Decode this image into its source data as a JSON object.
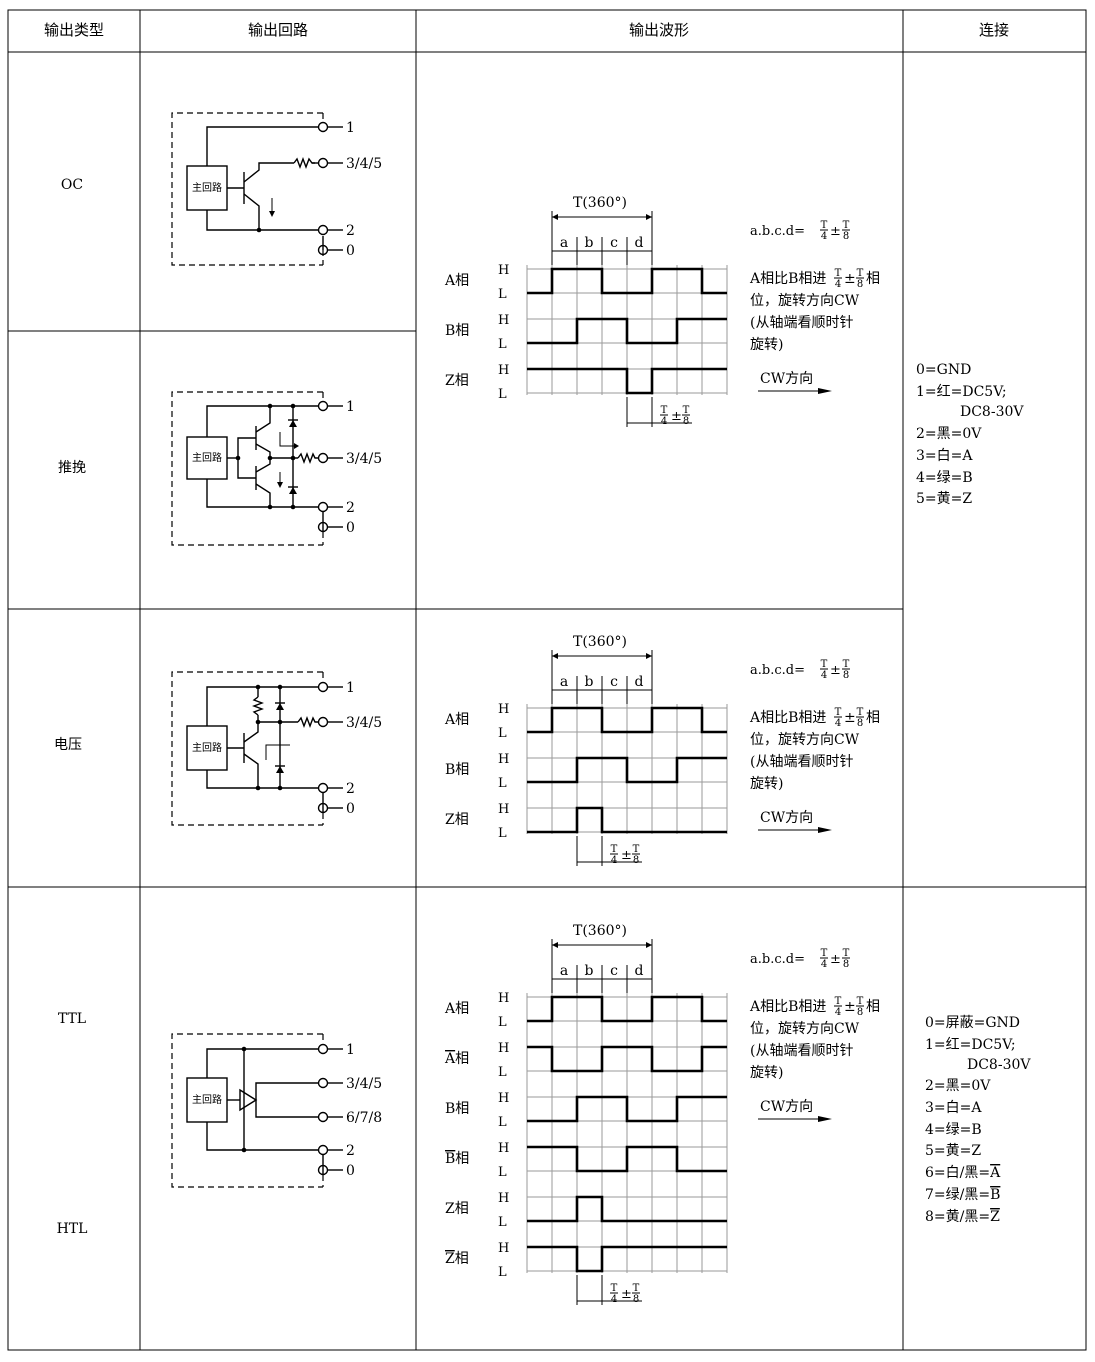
{
  "headers": {
    "type": "输出类型",
    "circuit": "输出回路",
    "waveform": "输出波形",
    "connection": "连接"
  },
  "rows": [
    {
      "type": "OC"
    },
    {
      "type": "推挽"
    },
    {
      "type": "电压"
    },
    {
      "type": "TTL",
      "type2": "HTL"
    }
  ],
  "circuit_labels": {
    "main": "主回路",
    "t1": "1",
    "t345": "3/4/5",
    "t678": "6/7/8",
    "t2": "2",
    "t0": "0"
  },
  "waveform": {
    "period": "T(360°)",
    "segs": [
      "a",
      "b",
      "c",
      "d"
    ],
    "abcd": "a.b.c.d=",
    "pm": "±",
    "frac_T": "T",
    "frac_4": "4",
    "frac_8": "8",
    "lead_part1": "A相比B相进",
    "lead_part2": "相",
    "desc2": "位，旋转方向CW",
    "desc3": "(从轴端看顺时针",
    "desc4": "旋转)",
    "cw": "CW方向",
    "H": "H",
    "L": "L",
    "phase_a": "A相",
    "phase_b": "B相",
    "phase_z": "Z相",
    "phase_a_bar": "A相",
    "phase_b_bar": "B相",
    "phase_z_bar": "Z相",
    "a_letter": "A",
    "b_letter": "B",
    "z_letter": "Z",
    "xiang": "相"
  },
  "connection_1": [
    "0=GND",
    "1=红=DC5V;",
    "DC8-30V",
    "2=黑=0V",
    "3=白=A",
    "4=绿=B",
    "5=黄=Z"
  ],
  "connection_2": {
    "lines": [
      "0=屏蔽=GND",
      "1=红=DC5V;",
      "DC8-30V",
      "2=黑=0V",
      "3=白=A",
      "4=绿=B",
      "5=黄=Z"
    ],
    "l6a": "6=白/黑=",
    "l6b": "A",
    "l7a": "7=绿/黑=",
    "l7b": "B",
    "l8a": "8=黄/黑=",
    "l8b": "Z"
  },
  "styles": {
    "line": "#000000",
    "grid": "#9a9a9a"
  }
}
